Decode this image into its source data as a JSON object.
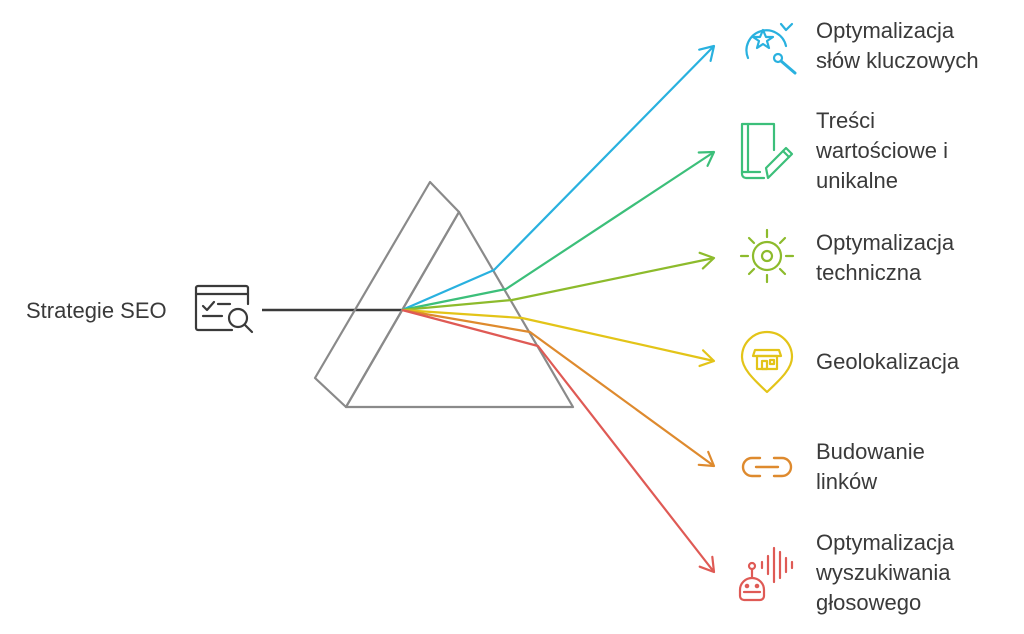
{
  "source": {
    "label": "Strategie SEO",
    "icon": "seo-audit-icon"
  },
  "outputs": [
    {
      "id": "keywords",
      "lines": [
        "Optymalizacja",
        "słów kluczowych"
      ],
      "color": "#29B1DF",
      "icon": "star-search-icon"
    },
    {
      "id": "content",
      "lines": [
        "Treści",
        "wartościowe i",
        "unikalne"
      ],
      "color": "#3CBF7A",
      "icon": "book-pencil-icon"
    },
    {
      "id": "technical",
      "lines": [
        "Optymalizacja",
        "techniczna"
      ],
      "color": "#8DBB2C",
      "icon": "gear-sun-icon"
    },
    {
      "id": "geo",
      "lines": [
        "Geolokalizacja"
      ],
      "color": "#E3C418",
      "icon": "store-pin-icon"
    },
    {
      "id": "links",
      "lines": [
        "Budowanie",
        "linków"
      ],
      "color": "#DE8A2E",
      "icon": "link-chain-icon"
    },
    {
      "id": "voice",
      "lines": [
        "Optymalizacja",
        "wyszukiwania",
        "głosowego"
      ],
      "color": "#DF5A55",
      "icon": "voice-robot-icon"
    }
  ],
  "colors": {
    "prism": "#8a8a8a",
    "input_beam": "#3a3a3a",
    "text": "#3a3a3a"
  }
}
